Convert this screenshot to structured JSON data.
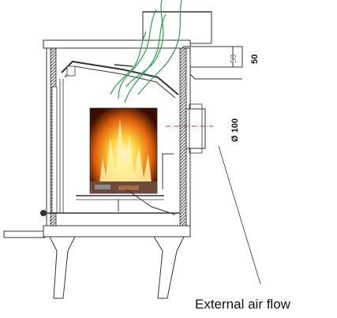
{
  "dimensions": {
    "flue_offset": "50",
    "duct_diameter": "Ø 100",
    "flue_pipe_marking": "50"
  },
  "callout": {
    "label": "External air flow"
  },
  "colors": {
    "stroke": "#333333",
    "airflow": "#2e9e4a",
    "insulation": "#555555",
    "fire_core": "#fff6c8",
    "fire_outer": "#e0620e",
    "axis_red": "#c0392b"
  },
  "icons": {
    "fire": "fire-window",
    "airflow": "airflow-lines"
  }
}
